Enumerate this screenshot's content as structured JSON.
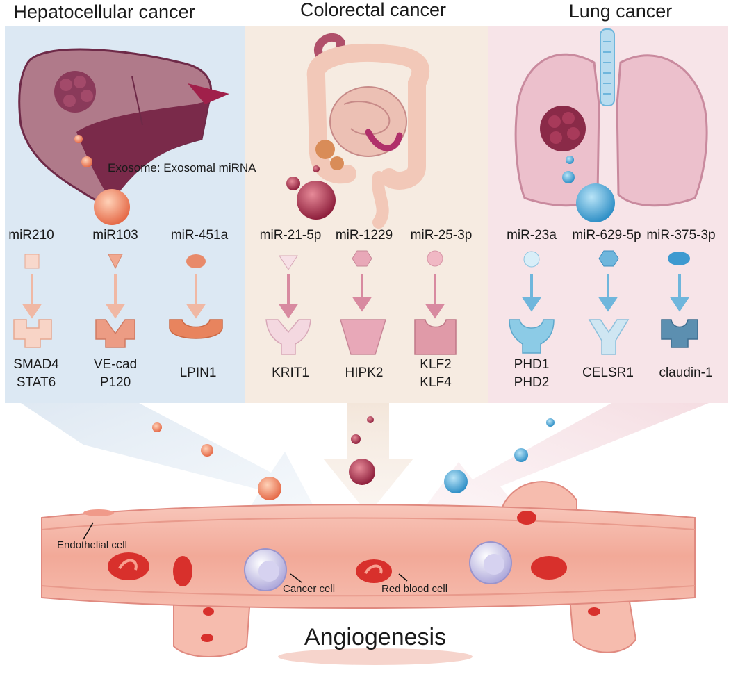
{
  "panels": [
    {
      "title": "Hepatocellular cancer",
      "color": "#dce8f3",
      "mirnas": [
        "miR210",
        "miR103",
        "miR-451a"
      ],
      "targets": [
        [
          "SMAD4",
          "STAT6"
        ],
        [
          "VE-cad",
          "P120"
        ],
        [
          "LPIN1"
        ]
      ]
    },
    {
      "title": "Colorectal cancer",
      "color": "#f6ebe1",
      "mirnas": [
        "miR-21-5p",
        "miR-1229",
        "miR-25-3p"
      ],
      "targets": [
        [
          "KRIT1"
        ],
        [
          "HIPK2"
        ],
        [
          "KLF2",
          "KLF4"
        ]
      ]
    },
    {
      "title": "Lung cancer",
      "color": "#f7e4e8",
      "mirnas": [
        "miR-23a",
        "miR-629-5p",
        "miR-375-3p"
      ],
      "targets": [
        [
          "PHD1",
          "PHD2"
        ],
        [
          "CELSR1"
        ],
        [
          "claudin-1"
        ]
      ]
    }
  ],
  "labels": {
    "exosome": "Exosome: Exosomal miRNA",
    "endothelial_cell": "Endothelial cell",
    "cancer_cell": "Cancer cell",
    "red_blood_cell": "Red blood cell",
    "angiogenesis": "Angiogenesis"
  },
  "colors": {
    "liver": "#7a2a4a",
    "vessel": "#f4b8aa",
    "rbc": "#d8302c",
    "hcc_shape": "#f0a890",
    "crc_shape": "#e8a8b8",
    "lung_shape": "#6fb6dc"
  }
}
